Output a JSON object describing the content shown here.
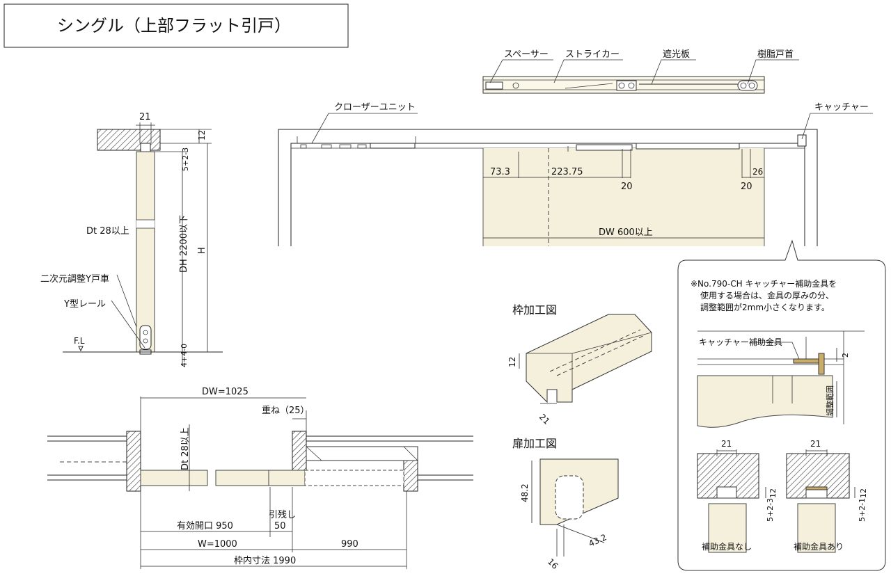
{
  "title": "シングル（上部フラット引戸）",
  "top_rail": {
    "labels": [
      "スペーサー",
      "ストライカー",
      "遮光板",
      "樹脂戸首"
    ]
  },
  "elevation": {
    "closer_unit": "クローザーユニット",
    "catcher": "キャッチャー",
    "dims": [
      "73.3",
      "223.75",
      "20",
      "20",
      "26"
    ],
    "door_width": "DW 600以上"
  },
  "section": {
    "top_gap": "21",
    "top_clear": "12",
    "head_tol": "5+2-3",
    "door_thickness": "Dt 28以上",
    "door_height": "DH 2200以下",
    "height": "H",
    "wheel": "二次元調整Y戸車",
    "rail": "Y型レール",
    "floor": "F.L",
    "bottom_tol": "4+4-0"
  },
  "plan": {
    "dw": "DW=1025",
    "overlap": "重ね（25）",
    "dt": "Dt 28以上",
    "effective": "有効開口 950",
    "pull": "引残し",
    "pull_val": "50",
    "w": "W=1000",
    "w2": "990",
    "inner": "枠内寸法 1990"
  },
  "frame_work": {
    "title": "枠加工図",
    "d1": "12",
    "d2": "21"
  },
  "door_work": {
    "title": "扉加工図",
    "d1": "48.2",
    "d2": "43.2",
    "d3": "16"
  },
  "note": {
    "lines": [
      "※No.790-CH キャッチャー補助金具を",
      "使用する場合は、金具の厚みの分、",
      "調整範囲が2mm小さくなります。"
    ],
    "bracket": "キャッチャー補助金具",
    "d1": "2",
    "d2": "調整範囲",
    "w1": "21",
    "w2": "21",
    "h1": "12",
    "h2": "12",
    "tol1": "5+2-3",
    "tol2": "5+2-1",
    "cap1": "補助金具なし",
    "cap2": "補助金具あり"
  }
}
